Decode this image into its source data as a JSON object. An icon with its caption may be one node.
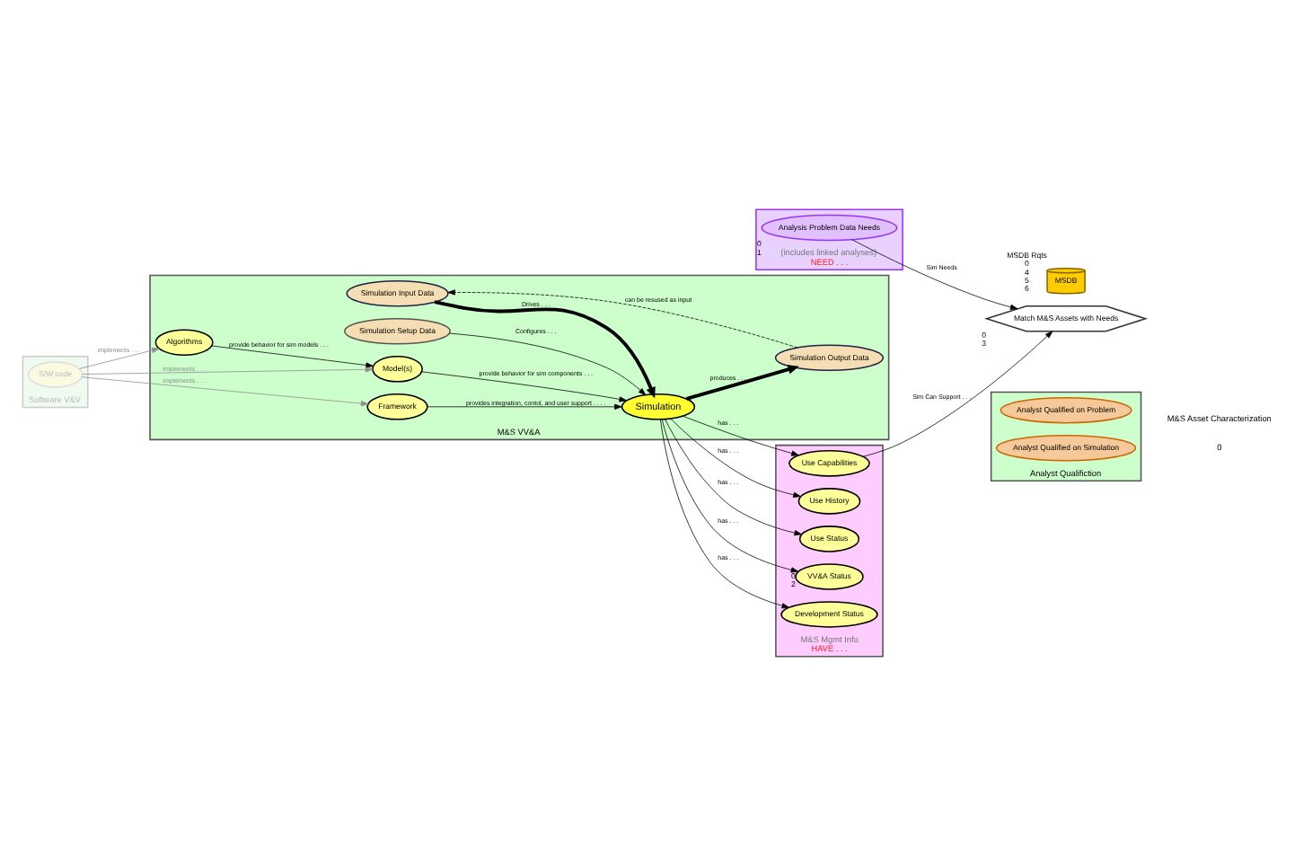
{
  "diagram": {
    "nodes": [
      {
        "text": [
          "Analyst Qualifiction"
        ]
      },
      {
        "text": [
          "Analyst Qualified on Problem"
        ],
        "in": 0
      },
      {
        "text": [
          "Analyst Qualified on Simulation"
        ],
        "in": 0
      },
      {
        "text": [
          "M&S VV&A"
        ]
      },
      {
        "text": [
          "Simulation Input Data"
        ],
        "in": 3
      },
      {
        "text": [
          "Simulation Setup Data"
        ],
        "in": 3
      },
      {
        "text": [
          "Simulation Output Data"
        ],
        "in": 3
      },
      {
        "text": [
          "Simulation"
        ],
        "in": 3
      },
      {
        "text": [
          "Model(s)"
        ],
        "in": 3
      },
      {
        "text": [
          "Algorithms"
        ],
        "in": 3
      },
      {
        "text": [
          "Framework"
        ],
        "in": 3
      },
      {
        "text": [
          "Software V&V"
        ]
      },
      {
        "text": [
          "S/W code"
        ],
        "in": 11
      },
      {
        "text": [
          "(includes linked analyses)",
          "NEED . . ."
        ]
      },
      {
        "text": [
          "Analysis Problem Data Needs"
        ],
        "in": 13,
        "beside": [
          "0",
          "1"
        ]
      },
      {
        "text": [
          "Match M&S Assets with Needs"
        ],
        "beside": [
          "0",
          "3"
        ]
      },
      {
        "text": [
          "M&S Mgmt Info",
          "HAVE . . ."
        ]
      },
      {
        "text": [
          "Use Capabilities"
        ],
        "in": 16
      },
      {
        "text": [
          "Use History"
        ],
        "in": 16
      },
      {
        "text": [
          "Use Status"
        ],
        "in": 16
      },
      {
        "text": [
          "VV&A Status"
        ],
        "in": 16,
        "beside": [
          "0",
          "2"
        ]
      },
      {
        "text": [
          "Development Status"
        ],
        "in": 16
      },
      {
        "text": [
          "MSDB"
        ],
        "beside": [
          "MSDB Rqts",
          "0",
          "4",
          "5",
          "6"
        ]
      }
    ],
    "edges": [
      {
        "from": 6,
        "to": 4,
        "arrow": "to",
        "label": "can be resused as input",
        "style": "dashed"
      },
      {
        "from": 4,
        "to": 7,
        "arrow": "to",
        "label": "Drives . . .",
        "style": "thick"
      },
      {
        "from": 5,
        "to": 7,
        "arrow": "to",
        "label": "Configures . . ."
      },
      {
        "from": 7,
        "to": 6,
        "arrow": "to",
        "label": "produces . . .",
        "style": "thick"
      },
      {
        "from": 8,
        "to": 7,
        "arrow": "to",
        "label": "provide behavior for sim components . . ."
      },
      {
        "from": 9,
        "to": 8,
        "arrow": "to",
        "label": "provide behavior for sim models . . ."
      },
      {
        "from": 10,
        "to": 7,
        "arrow": "to",
        "label": "provides integration, contol, and user support . . . ."
      },
      {
        "from": 12,
        "to": 8,
        "arrow": "to",
        "label": "implements . . .",
        "color": "#8c8c8c"
      },
      {
        "from": 12,
        "to": 9,
        "arrow": "to",
        "label": "implements . . .",
        "color": "#8c8c8c"
      },
      {
        "from": 12,
        "to": 10,
        "arrow": "to",
        "label": "implements . . .",
        "color": "#8c8c8c"
      },
      {
        "from": 7,
        "to": 17,
        "arrow": "to",
        "label": "has . . ."
      },
      {
        "from": 7,
        "to": 18,
        "arrow": "to",
        "label": "has . . ."
      },
      {
        "from": 7,
        "to": 19,
        "arrow": "to",
        "label": "has . . ."
      },
      {
        "from": 7,
        "to": 20,
        "arrow": "to",
        "label": "has . . ."
      },
      {
        "from": 7,
        "to": 21,
        "arrow": "to",
        "label": "has . . ."
      },
      {
        "from": 14,
        "to": 15,
        "arrow": "to",
        "label": "Sim Needs"
      },
      {
        "from": 17,
        "to": 15,
        "arrow": "to",
        "label": "Sim Can Support . . ."
      }
    ],
    "labels": [
      "0",
      "M&S Asset Characterization"
    ]
  }
}
